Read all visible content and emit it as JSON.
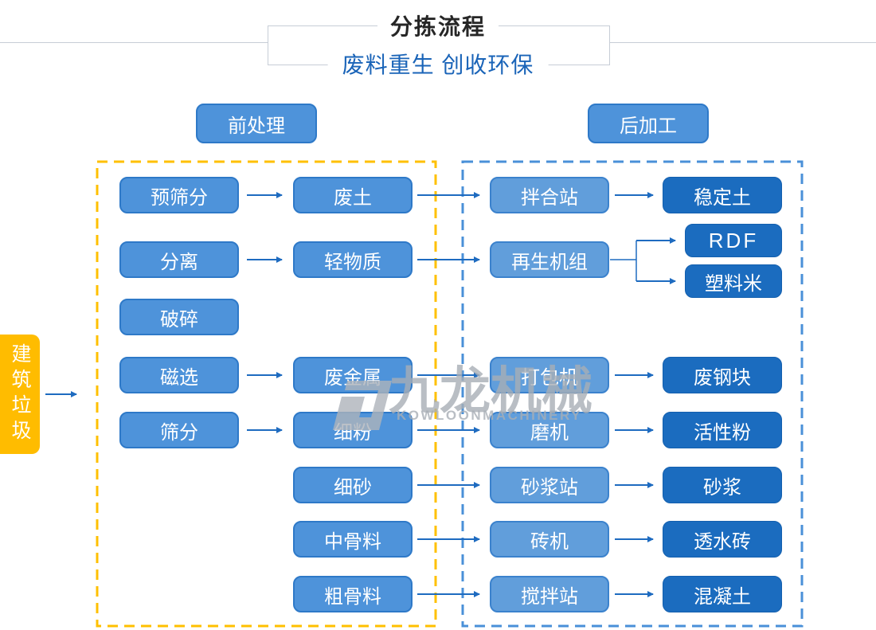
{
  "header": {
    "title": "分拣流程",
    "subtitle": "废料重生 创收环保"
  },
  "section_labels": {
    "pre": "前处理",
    "post": "后加工"
  },
  "source_node": {
    "label": "建筑垃圾"
  },
  "columns": {
    "process1": [
      {
        "label": "预筛分"
      },
      {
        "label": "分离"
      },
      {
        "label": "破碎"
      },
      {
        "label": "磁选"
      },
      {
        "label": "筛分"
      }
    ],
    "material": [
      {
        "label": "废土"
      },
      {
        "label": "轻物质"
      },
      {
        "label": "废金属"
      },
      {
        "label": "细粉"
      },
      {
        "label": "细砂"
      },
      {
        "label": "中骨料"
      },
      {
        "label": "粗骨料"
      }
    ],
    "process2": [
      {
        "label": "拌合站"
      },
      {
        "label": "再生机组"
      },
      {
        "label": "打包机"
      },
      {
        "label": "磨机"
      },
      {
        "label": "砂浆站"
      },
      {
        "label": "砖机"
      },
      {
        "label": "搅拌站"
      }
    ],
    "products": [
      {
        "label": "稳定土"
      },
      {
        "label": "RDF"
      },
      {
        "label": "塑料米"
      },
      {
        "label": "废钢块"
      },
      {
        "label": "活性粉"
      },
      {
        "label": "砂浆"
      },
      {
        "label": "透水砖"
      },
      {
        "label": "混凝土"
      }
    ]
  },
  "watermark": {
    "cn": "九龙机械",
    "en": "KOWLOONMACHINERY",
    "logo_icon": "kowloon-logo"
  },
  "colors": {
    "node_blue": "#4e93da",
    "node_blue_light": "#619edb",
    "node_dark_blue": "#1b6cbf",
    "source_yellow": "#ffbc00",
    "dashed_yellow": "#ffc000",
    "dashed_blue": "#4a90d8",
    "arrow_blue": "#1e6bc0",
    "subtitle_blue": "#1a64b8",
    "header_line_gray": "#c7cdd6"
  }
}
